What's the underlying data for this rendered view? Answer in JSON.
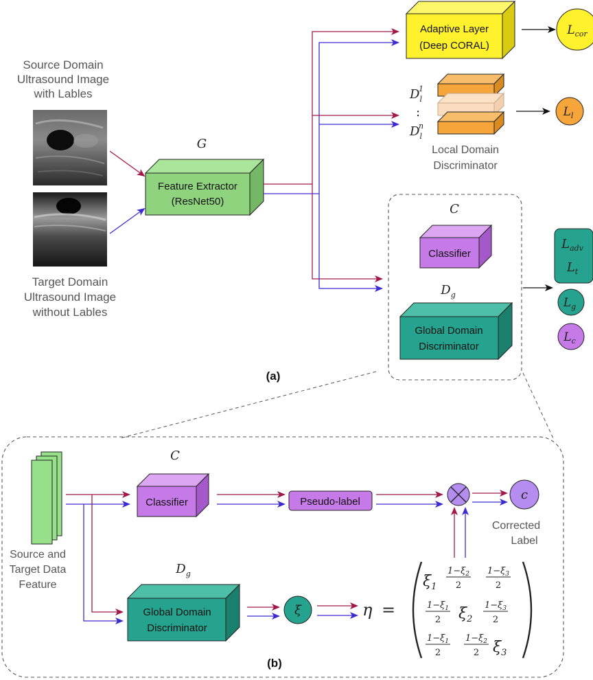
{
  "colors": {
    "red_arrow": "#a1194a",
    "blue_arrow": "#3b2bd1",
    "green_box": "#8fd37f",
    "yellow_box": "#fff12b",
    "orange_box": "#f5a53a",
    "purple_box": "#c67ae8",
    "teal_box": "#26a38e",
    "light_green_feature": "#97e08a"
  },
  "panel_a": {
    "source_caption": [
      "Source Domain",
      "Ultrasound Image",
      "with Lables"
    ],
    "target_caption": [
      "Target Domain",
      "Ultrasound Image",
      "without Lables"
    ],
    "extractor_symbol": "G",
    "extractor_line1": "Feature Extractor",
    "extractor_line2": "(ResNet50)",
    "adaptive_line1": "Adaptive Layer",
    "adaptive_line2": "(Deep CORAL)",
    "loss_cor": "L",
    "loss_cor_sub": "cor",
    "local_top": "D",
    "local_top_sub": "l",
    "local_top_sup": "1",
    "local_dots": ":",
    "local_bottom": "D",
    "local_bottom_sub": "l",
    "local_bottom_sup": "n",
    "local_caption1": "Local Domain",
    "local_caption2": "Discriminator",
    "loss_l": "L",
    "loss_l_sub": "l",
    "classifier_symbol": "C",
    "classifier_label": "Classifier",
    "global_symbol": "D",
    "global_symbol_sub": "g",
    "global_line1": "Global Domain",
    "global_line2": "Discriminator",
    "loss_adv": "L",
    "loss_adv_sub": "adv",
    "loss_t": "L",
    "loss_t_sub": "t",
    "loss_g": "L",
    "loss_g_sub": "g",
    "loss_c": "L",
    "loss_c_sub": "c",
    "label": "(a)"
  },
  "panel_b": {
    "feature_caption": [
      "Source and",
      "Target Data",
      "Feature"
    ],
    "classifier_symbol": "C",
    "classifier_label": "Classifier",
    "pseudo_label": "Pseudo-label",
    "otimes": "⊗",
    "c_symbol": "c",
    "corrected_caption": [
      "Corrected",
      "Label"
    ],
    "global_symbol": "D",
    "global_symbol_sub": "g",
    "global_line1": "Global Domain",
    "global_line2": "Discriminator",
    "xi_symbol": "ξ",
    "eta_symbol": "η",
    "equals": "=",
    "matrix": {
      "r1c1": "ξ",
      "r1c1_sub": "1",
      "r1c2_num": "1−ξ",
      "r1c2_num_sub": "2",
      "r1c2_den": "2",
      "r1c3_num": "1−ξ",
      "r1c3_num_sub": "3",
      "r1c3_den": "2",
      "r2c1_num": "1−ξ",
      "r2c1_num_sub": "1",
      "r2c1_den": "2",
      "r2c2": "ξ",
      "r2c2_sub": "2",
      "r2c3_num": "1−ξ",
      "r2c3_num_sub": "3",
      "r2c3_den": "2",
      "r3c1_num": "1−ξ",
      "r3c1_num_sub": "1",
      "r3c1_den": "2",
      "r3c2_num": "1−ξ",
      "r3c2_num_sub": "2",
      "r3c2_den": "2",
      "r3c3": "ξ",
      "r3c3_sub": "3"
    },
    "label": "(b)"
  }
}
